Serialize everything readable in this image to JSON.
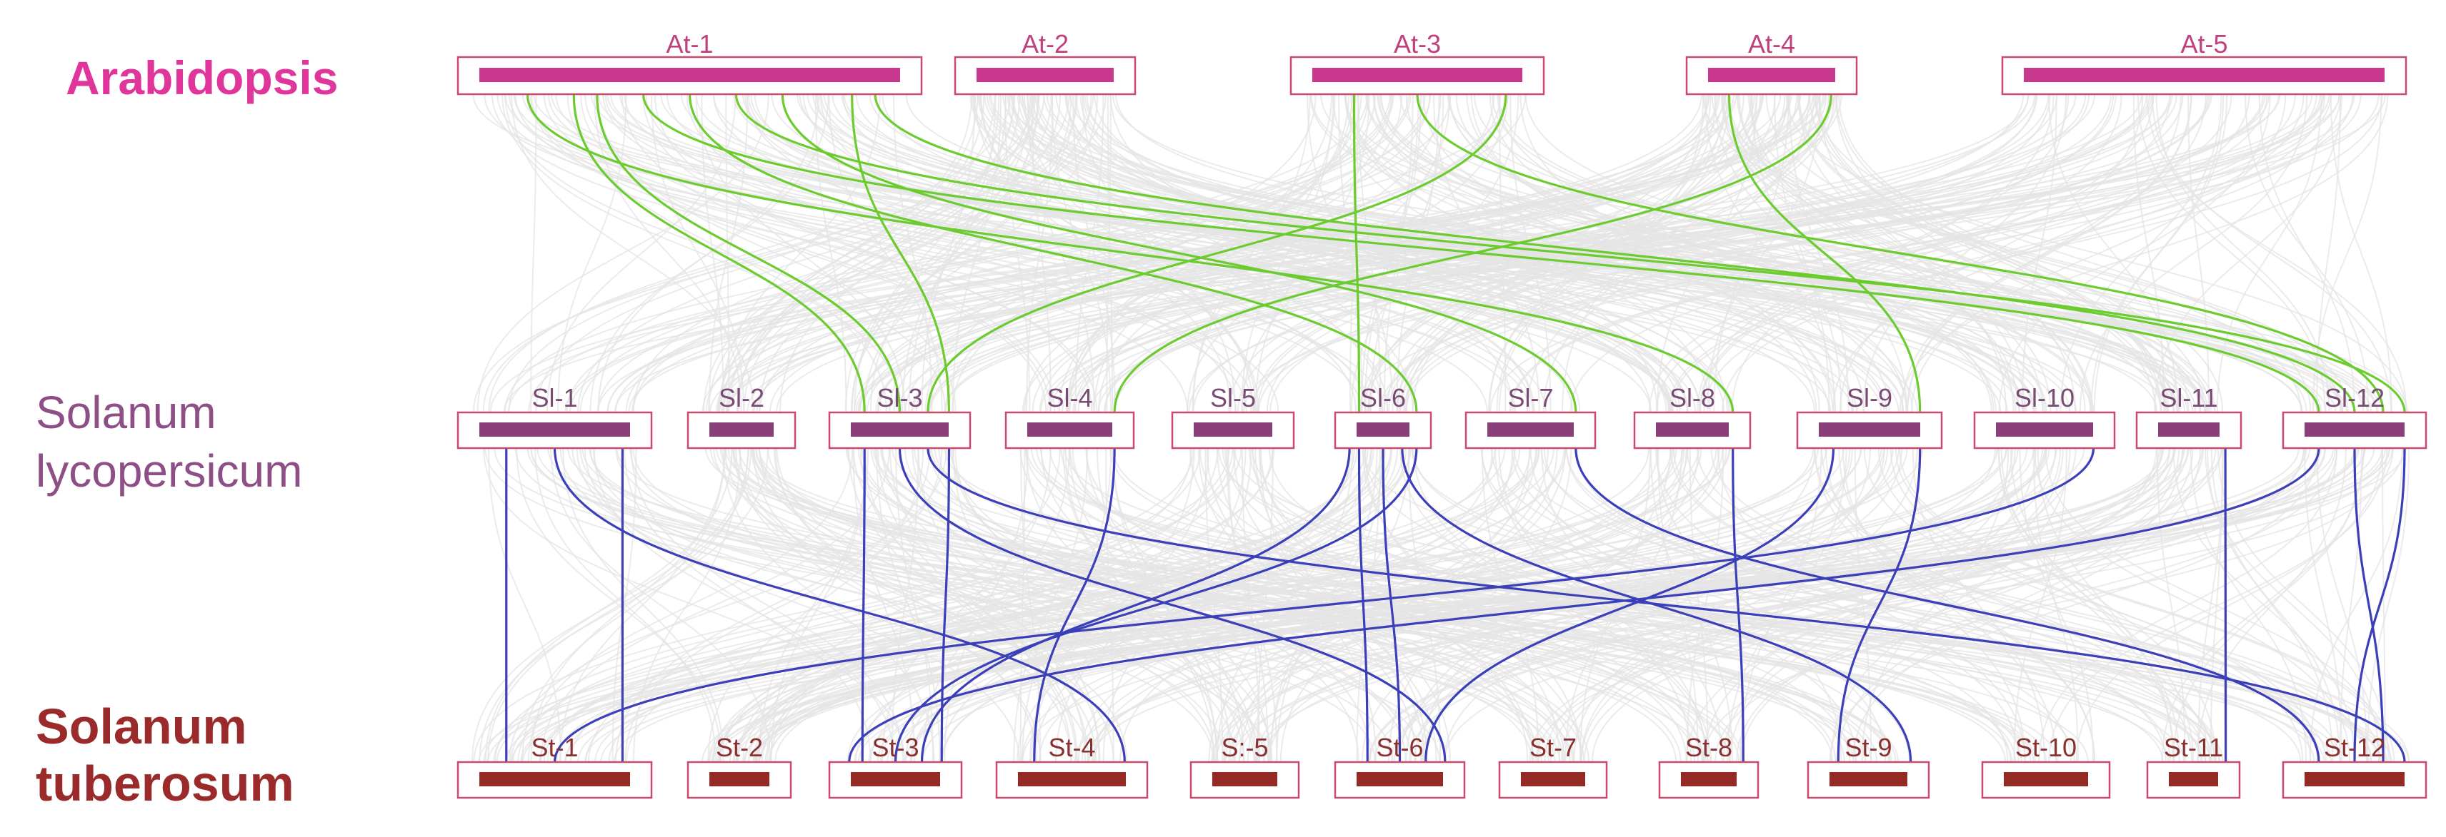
{
  "species": {
    "arabidopsis": {
      "label": "Arabidopsis",
      "color": "#e0359a"
    },
    "lycopersicum": {
      "label_line1": "Solanum",
      "label_line2": "lycopersicum",
      "color": "#8e4f86"
    },
    "tuberosum": {
      "label_line1": "Solanum",
      "label_line2": "tuberosum",
      "color": "#9b2a2a"
    }
  },
  "chromosomes": {
    "arabidopsis": [
      "At-1",
      "At-2",
      "At-3",
      "At-4",
      "At-5"
    ],
    "lycopersicum": [
      "Sl-1",
      "Sl-2",
      "Sl-3",
      "Sl-4",
      "Sl-5",
      "Sl-6",
      "Sl-7",
      "Sl-8",
      "Sl-9",
      "Sl-10",
      "Sl-11",
      "Sl-12"
    ],
    "tuberosum": [
      "St-1",
      "St-2",
      "St-3",
      "St-4",
      "S:-5",
      "St-6",
      "St-7",
      "St-8",
      "St-9",
      "St-10",
      "St-11",
      "St-12"
    ]
  },
  "colors": {
    "arabidopsis_bar": "#c8388f",
    "lycopersicum_bar": "#8a3f7a",
    "tuberosum_bar": "#952a25",
    "box_border": "#c94a6e",
    "arabidopsis_label_text": "#c0407e",
    "lycopersicum_label_text": "#7a4b73",
    "tuberosum_label_text": "#8a3030",
    "background_links": "#e4e4e4",
    "at_sl_links": "#6ccb2f",
    "sl_st_links": "#3b3fb8"
  },
  "links": {
    "at_sl": [
      [
        "At-1",
        "Sl-3"
      ],
      [
        "At-1",
        "Sl-3"
      ],
      [
        "At-1",
        "Sl-6"
      ],
      [
        "At-1",
        "Sl-7"
      ],
      [
        "At-1",
        "Sl-8"
      ],
      [
        "At-1",
        "Sl-12"
      ],
      [
        "At-1",
        "Sl-12"
      ],
      [
        "At-1",
        "Sl-12"
      ],
      [
        "At-1",
        "Sl-3"
      ],
      [
        "At-3",
        "Sl-3"
      ],
      [
        "At-3",
        "Sl-6"
      ],
      [
        "At-3",
        "Sl-12"
      ],
      [
        "At-4",
        "Sl-4"
      ],
      [
        "At-4",
        "Sl-9"
      ]
    ],
    "sl_st": [
      [
        "Sl-1",
        "St-1"
      ],
      [
        "Sl-1",
        "St-1"
      ],
      [
        "Sl-1",
        "St-4"
      ],
      [
        "Sl-3",
        "St-3"
      ],
      [
        "Sl-3",
        "St-3"
      ],
      [
        "Sl-3",
        "St-6"
      ],
      [
        "Sl-3",
        "St-12"
      ],
      [
        "Sl-4",
        "St-4"
      ],
      [
        "Sl-6",
        "St-3"
      ],
      [
        "Sl-6",
        "St-6"
      ],
      [
        "Sl-6",
        "St-6"
      ],
      [
        "Sl-6",
        "St-9"
      ],
      [
        "Sl-6",
        "St-3"
      ],
      [
        "Sl-7",
        "St-12"
      ],
      [
        "Sl-8",
        "St-8"
      ],
      [
        "Sl-9",
        "St-9"
      ],
      [
        "Sl-9",
        "St-6"
      ],
      [
        "Sl-10",
        "St-1"
      ],
      [
        "Sl-11",
        "St-11"
      ],
      [
        "Sl-12",
        "St-12"
      ],
      [
        "Sl-12",
        "St-3"
      ],
      [
        "Sl-12",
        "St-12"
      ]
    ]
  }
}
